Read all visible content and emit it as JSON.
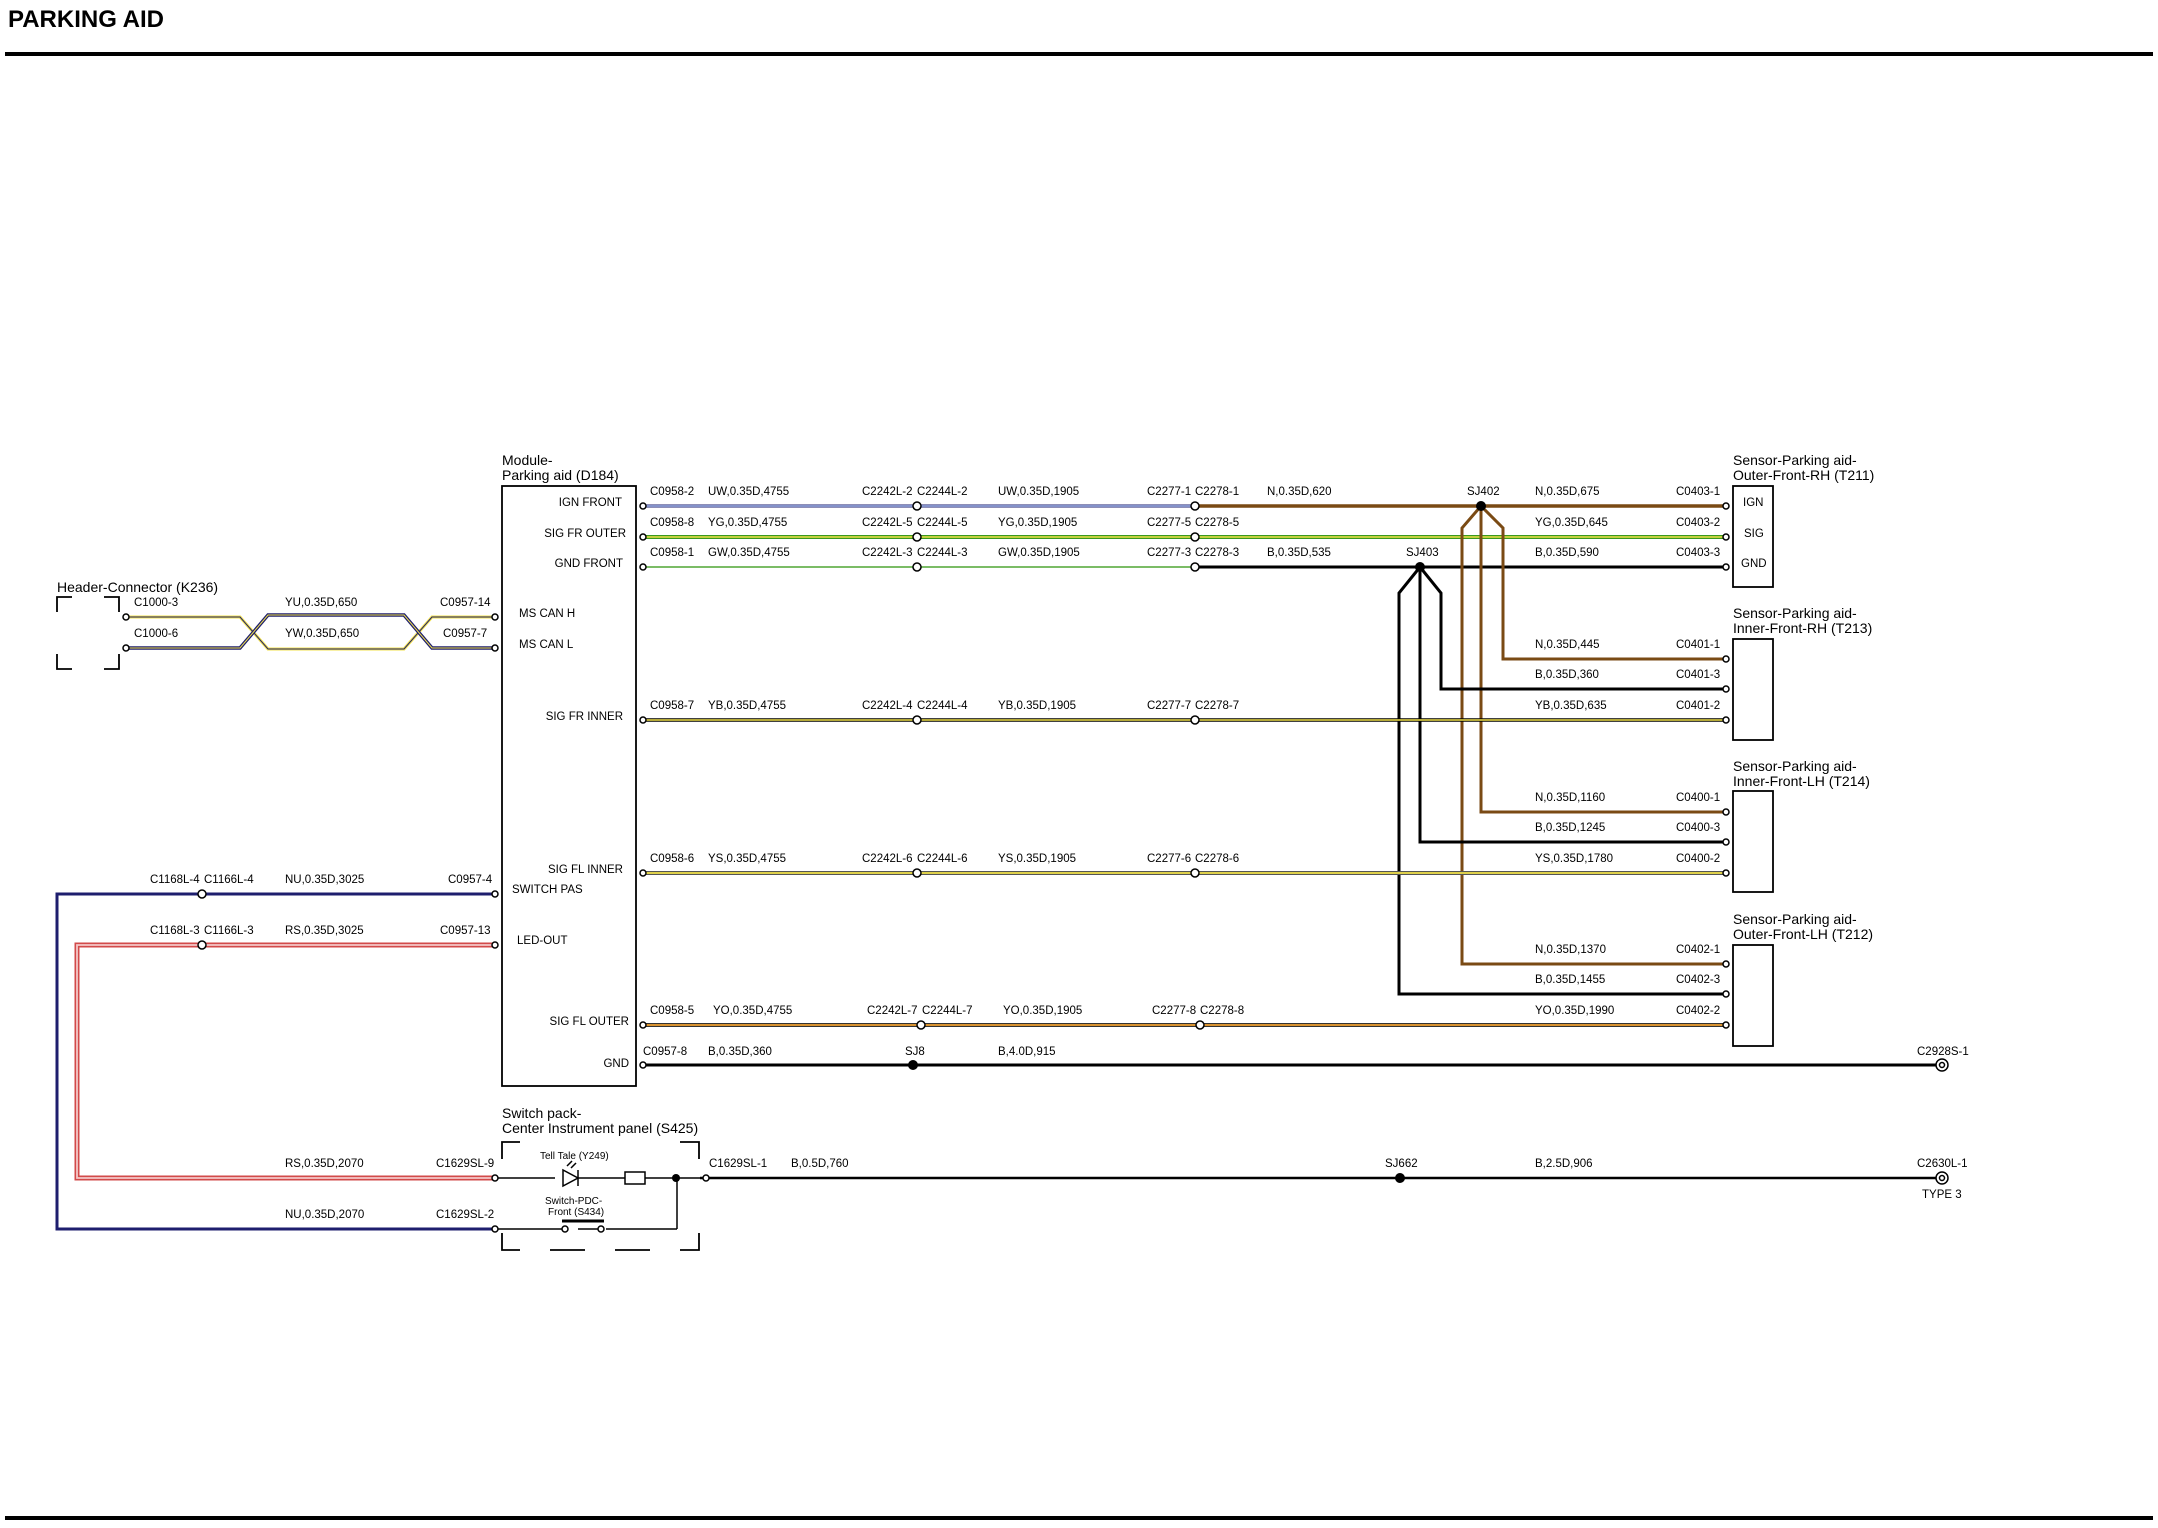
{
  "page": {
    "title": "PARKING AID"
  },
  "components": {
    "module": {
      "line1": "Module-",
      "line2": "Parking aid (D184)",
      "pins": {
        "ign_front": "IGN FRONT",
        "sig_fr_outer": "SIG FR OUTER",
        "gnd_front": "GND FRONT",
        "ms_can_h": "MS CAN H",
        "ms_can_l": "MS CAN L",
        "sig_fr_inner": "SIG FR INNER",
        "sig_fl_inner": "SIG FL INNER",
        "switch_pas": "SWITCH PAS",
        "led_out": "LED-OUT",
        "sig_fl_outer": "SIG FL OUTER",
        "gnd": "GND"
      }
    },
    "header": {
      "name": "Header-Connector (K236)"
    },
    "t211": {
      "line1": "Sensor-Parking aid-",
      "line2": "Outer-Front-RH (T211)",
      "pins": {
        "ign": "IGN",
        "sig": "SIG",
        "gnd": "GND"
      }
    },
    "t213": {
      "line1": "Sensor-Parking aid-",
      "line2": "Inner-Front-RH (T213)"
    },
    "t214": {
      "line1": "Sensor-Parking aid-",
      "line2": "Inner-Front-LH (T214)"
    },
    "t212": {
      "line1": "Sensor-Parking aid-",
      "line2": "Outer-Front-LH (T212)"
    },
    "switchpack": {
      "line1": "Switch pack-",
      "line2": "Center Instrument panel (S425)",
      "telltale": "Tell Tale (Y249)",
      "switch_line1": "Switch-PDC-",
      "switch_line2": "Front (S434)"
    }
  },
  "connectors": {
    "c0958_2": "C0958-2",
    "c2242l_2": "C2242L-2",
    "c2244l_2": "C2244L-2",
    "c2277_1": "C2277-1",
    "c2278_1": "C2278-1",
    "c0403_1": "C0403-1",
    "c0958_8": "C0958-8",
    "c2242l_5": "C2242L-5",
    "c2244l_5": "C2244L-5",
    "c2277_5": "C2277-5",
    "c2278_5": "C2278-5",
    "c0403_2": "C0403-2",
    "c0958_1": "C0958-1",
    "c2242l_3": "C2242L-3",
    "c2244l_3": "C2244L-3",
    "c2277_3": "C2277-3",
    "c2278_3": "C2278-3",
    "c0403_3": "C0403-3",
    "c1000_3": "C1000-3",
    "c1000_6": "C1000-6",
    "c0957_14": "C0957-14",
    "c0957_7": "C0957-7",
    "c0401_1": "C0401-1",
    "c0401_3": "C0401-3",
    "c0401_2": "C0401-2",
    "c0958_7": "C0958-7",
    "c2242l_4": "C2242L-4",
    "c2244l_4": "C2244L-4",
    "c2277_7": "C2277-7",
    "c2278_7": "C2278-7",
    "c0400_1": "C0400-1",
    "c0400_3": "C0400-3",
    "c0400_2": "C0400-2",
    "c0958_6": "C0958-6",
    "c2242l_6": "C2242L-6",
    "c2244l_6": "C2244L-6",
    "c2277_6": "C2277-6",
    "c2278_6": "C2278-6",
    "c1168l_4": "C1168L-4",
    "c1166l_4": "C1166L-4",
    "c0957_4": "C0957-4",
    "c1168l_3": "C1168L-3",
    "c1166l_3": "C1166L-3",
    "c0957_13": "C0957-13",
    "c0402_1": "C0402-1",
    "c0402_3": "C0402-3",
    "c0402_2": "C0402-2",
    "c0958_5": "C0958-5",
    "c2242l_7": "C2242L-7",
    "c2244l_7": "C2244L-7",
    "c2277_8": "C2277-8",
    "c2278_8": "C2278-8",
    "c0957_8": "C0957-8",
    "c2928s_1": "C2928S-1",
    "c1629sl_9": "C1629SL-9",
    "c1629sl_1": "C1629SL-1",
    "c1629sl_2": "C1629SL-2",
    "c2630l_1": "C2630L-1",
    "type3": "TYPE 3"
  },
  "splices": {
    "sj402": "SJ402",
    "sj403": "SJ403",
    "sj8": "SJ8",
    "sj662": "SJ662"
  },
  "wires": {
    "w1a": "UW,0.35D,4755",
    "w1b": "UW,0.35D,1905",
    "w1c": "N,0.35D,620",
    "w1d": "N,0.35D,675",
    "w2a": "YG,0.35D,4755",
    "w2b": "YG,0.35D,1905",
    "w2c": "YG,0.35D,645",
    "w3a": "GW,0.35D,4755",
    "w3b": "GW,0.35D,1905",
    "w3c": "B,0.35D,535",
    "w3d": "B,0.35D,590",
    "wh1": "YU,0.35D,650",
    "wh2": "YW,0.35D,650",
    "w4a": "N,0.35D,445",
    "w4b": "B,0.35D,360",
    "w5a": "YB,0.35D,4755",
    "w5b": "YB,0.35D,1905",
    "w5c": "YB,0.35D,635",
    "w6a": "N,0.35D,1160",
    "w6b": "B,0.35D,1245",
    "w7a": "YS,0.35D,4755",
    "w7b": "YS,0.35D,1905",
    "w7c": "YS,0.35D,1780",
    "w8": "NU,0.35D,3025",
    "w9": "RS,0.35D,3025",
    "w10a": "N,0.35D,1370",
    "w10b": "B,0.35D,1455",
    "w11a": "YO,0.35D,4755",
    "w11b": "YO,0.35D,1905",
    "w11c": "YO,0.35D,1990",
    "w12a": "B,0.35D,360",
    "w12b": "B,4.0D,915",
    "w13a": "RS,0.35D,2070",
    "w13b": "B,0.5D,760",
    "w13c": "B,2.5D,906",
    "w14": "NU,0.35D,2070"
  },
  "colors": {
    "brown": "#7a4a14",
    "black": "#000000",
    "navy": "#1e1e6e",
    "yellow": "#f2e24a",
    "lightblue": "#a6b8e8",
    "green": "#3a9a1e",
    "lightgreen": "#8ccc70",
    "orange": "#f0a030",
    "red": "#d24a4a",
    "pink": "#f4c8c8"
  }
}
